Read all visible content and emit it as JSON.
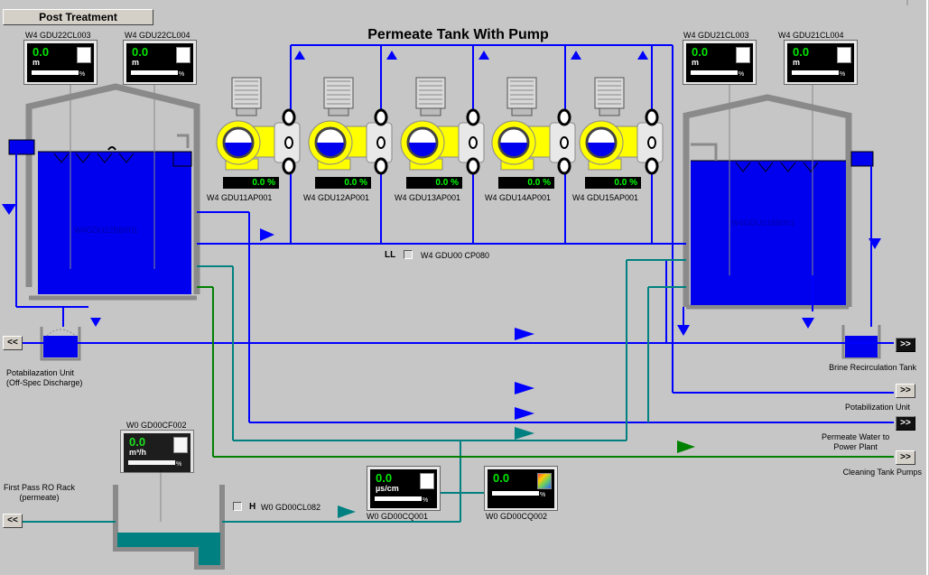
{
  "header": {
    "post_treatment_label": "Post Treatment",
    "title": "Permeate Tank With Pump"
  },
  "tank_left": {
    "tag": "W4GDU22BB001",
    "sensor_1": {
      "tag": "W4 GDU22CL003",
      "value": "0.0",
      "unit": "m",
      "pct": "%"
    },
    "sensor_2": {
      "tag": "W4 GDU22CL004",
      "value": "0.0",
      "unit": "m",
      "pct": "%"
    }
  },
  "tank_right": {
    "tag": "W4GDU21BB001",
    "sensor_1": {
      "tag": "W4 GDU21CL003",
      "value": "0.0",
      "unit": "m",
      "pct": "%"
    },
    "sensor_2": {
      "tag": "W4 GDU21CL004",
      "value": "0.0",
      "unit": "m",
      "pct": "%"
    }
  },
  "pumps": [
    {
      "tag": "W4 GDU11AP001",
      "value": "0.0 %"
    },
    {
      "tag": "W4 GDU12AP001",
      "value": "0.0 %"
    },
    {
      "tag": "W4 GDU13AP001",
      "value": "0.0 %"
    },
    {
      "tag": "W4 GDU14AP001",
      "value": "0.0 %"
    },
    {
      "tag": "W4 GDU15AP001",
      "value": "0.0 %"
    }
  ],
  "ll_indicator": {
    "label": "LL",
    "tag": "W4 GDU00 CP080"
  },
  "h_indicator": {
    "label": "H",
    "tag": "W0 GD00CL082"
  },
  "flow_indicator": {
    "tag": "W0 GD00CF002",
    "value": "0.0",
    "unit": "m³/h",
    "pct": "%"
  },
  "conductivity": {
    "tag": "W0 GD00CQ001",
    "value": "0.0",
    "unit": "µs/cm",
    "pct": "%"
  },
  "ph": {
    "tag": "W0 GD00CQ002",
    "value": "0.0",
    "pct": "%"
  },
  "nav": {
    "back_label": "<<",
    "forward_label": ">>",
    "potabilization_offspec": "Potabilazation Unit\n(Off-Spec Discharge)",
    "first_pass_ro": "First Pass RO Rack\n(permeate)",
    "brine_recirculation": "Brine Recirculation Tank",
    "potabilization_unit": "Potabilization Unit",
    "permeate_water": "Permeate Water to\nPower Plant",
    "cleaning_tank": "Cleaning Tank Pumps"
  },
  "colors": {
    "blue": "#0000ff",
    "water": "#0000ee",
    "teal": "#008080",
    "green": "#008000",
    "pump_yellow": "#ffff00",
    "display_green": "#00ff00"
  }
}
